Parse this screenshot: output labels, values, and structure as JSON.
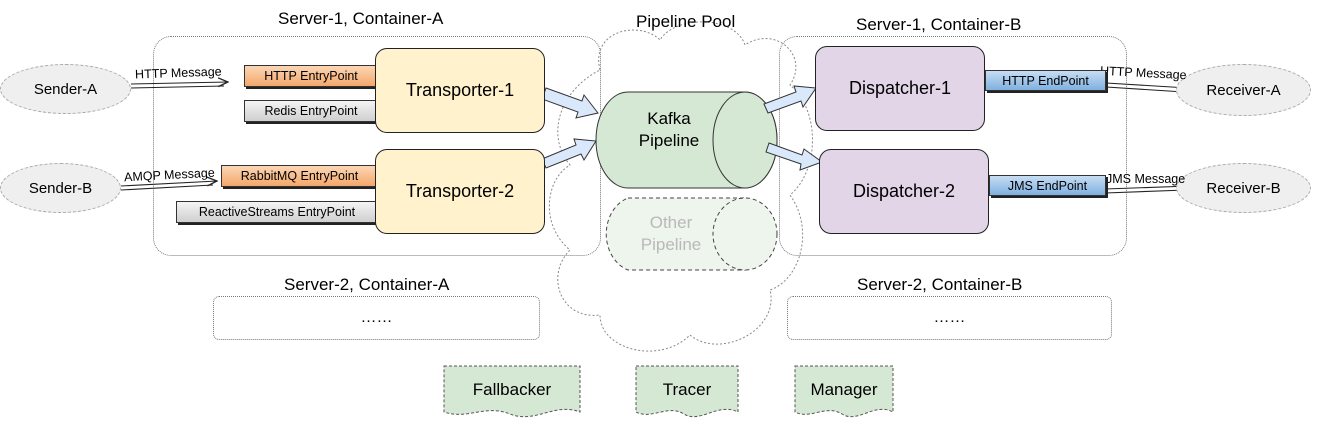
{
  "labels": {
    "server1_a": "Server-1, Container-A",
    "pipeline_pool": "Pipeline Pool",
    "server1_b": "Server-1, Container-B",
    "server2_a": "Server-2, Container-A",
    "server2_b": "Server-2, Container-B",
    "ellipsis": "……"
  },
  "senders": [
    "Sender-A",
    "Sender-B"
  ],
  "receivers": [
    "Receiver-A",
    "Receiver-B"
  ],
  "messages": {
    "http_in": "HTTP Message",
    "amqp_in": "AMQP Message",
    "http_out": "HTTP Message",
    "jms_out": "JMS Message"
  },
  "entrypoints": {
    "http": "HTTP EntryPoint",
    "redis": "Redis EntryPoint",
    "rabbitmq": "RabbitMQ EntryPoint",
    "reactive": "ReactiveStreams EntryPoint"
  },
  "endpoints": {
    "http": "HTTP EndPoint",
    "jms": "JMS EndPoint"
  },
  "transporters": [
    "Transporter-1",
    "Transporter-2"
  ],
  "dispatchers": [
    "Dispatcher-1",
    "Dispatcher-2"
  ],
  "pipelines": {
    "kafka_line1": "Kafka",
    "kafka_line2": "Pipeline",
    "other_line1": "Other",
    "other_line2": "Pipeline"
  },
  "tools": [
    "Fallbacker",
    "Tracer",
    "Manager"
  ],
  "colors": {
    "transporter": "#fff2cc",
    "dispatcher": "#e1d5e7",
    "pipeline": "#d5e8d4",
    "entry_orange": "#f4a76a",
    "entry_gray": "#cfcfcf",
    "endpoint_blue": "#7fb0e0",
    "arrow_fill": "#dae8fc",
    "tool_fill": "#d5e8d4"
  }
}
